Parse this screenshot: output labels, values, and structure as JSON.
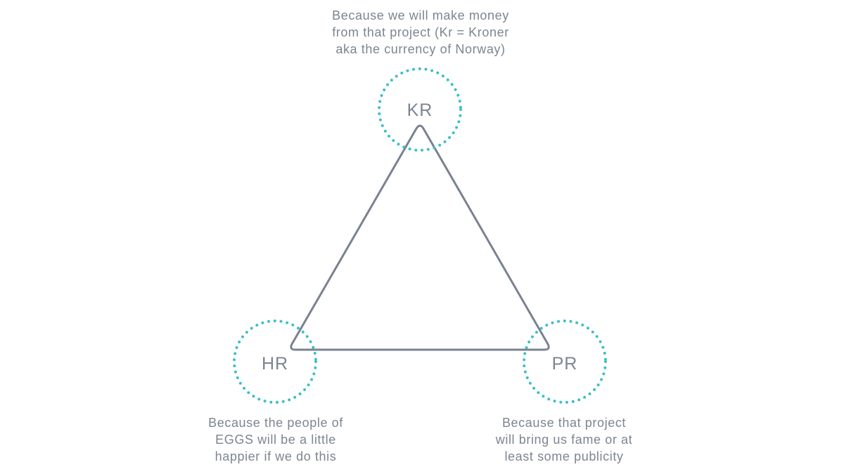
{
  "colors": {
    "text": "#7c8591",
    "triangle_stroke": "#7a8290",
    "circle_dots": "#3bbfc9",
    "background": "#ffffff"
  },
  "nodes": {
    "kr": {
      "label": "KR",
      "caption": [
        "Because we will make money",
        "from that project (Kr = Kroner",
        "aka the currency of Norway)"
      ]
    },
    "hr": {
      "label": "HR",
      "caption": [
        "Because the people of",
        "EGGS will be a little",
        "happier if we do this"
      ]
    },
    "pr": {
      "label": "PR",
      "caption": [
        "Because that project",
        "will bring us fame or at",
        "least some publicity"
      ]
    }
  }
}
